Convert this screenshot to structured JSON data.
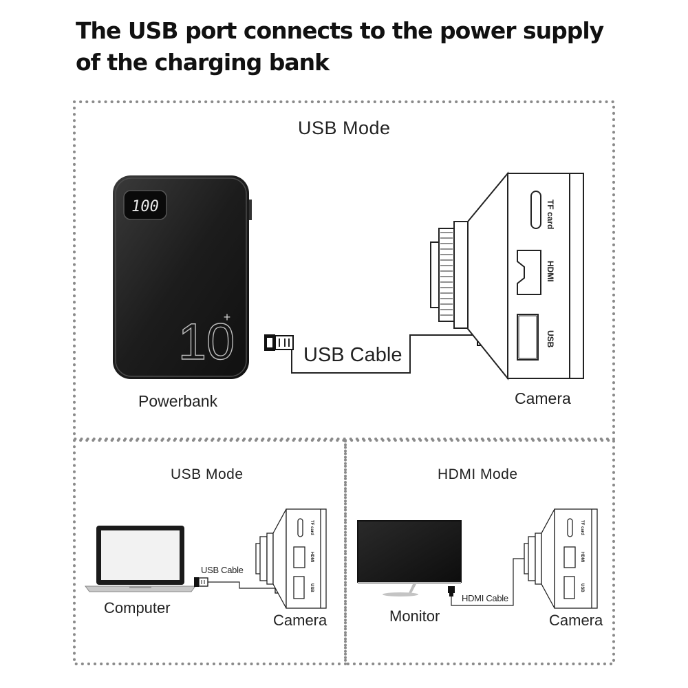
{
  "headline": {
    "line1": "The USB port connects to the power supply",
    "line2": "of the charging bank"
  },
  "top_panel": {
    "mode_title": "USB Mode",
    "powerbank_label": "Powerbank",
    "powerbank_display": "100",
    "powerbank_capacity": "10",
    "powerbank_capacity_sup": "+",
    "cable_label": "USB Cable",
    "camera_label": "Camera",
    "ports": {
      "tf": "TF card",
      "hdmi": "HDMI",
      "usb": "USB"
    }
  },
  "bottom_left_panel": {
    "mode_title": "USB Mode",
    "computer_label": "Computer",
    "cable_label": "USB Cable",
    "camera_label": "Camera",
    "ports": {
      "tf": "TF card",
      "hdmi": "HDMI",
      "usb": "USB"
    }
  },
  "bottom_right_panel": {
    "mode_title": "HDMI Mode",
    "monitor_label": "Monitor",
    "cable_label": "HDMI Cable",
    "camera_label": "Camera",
    "ports": {
      "tf": "TF card",
      "hdmi": "HDMI",
      "usb": "USB"
    }
  },
  "colors": {
    "border_dots": "#8a8a8a",
    "device_dark": "#1e1e1e",
    "line": "#222222",
    "screen_light": "#f2f2f2"
  }
}
